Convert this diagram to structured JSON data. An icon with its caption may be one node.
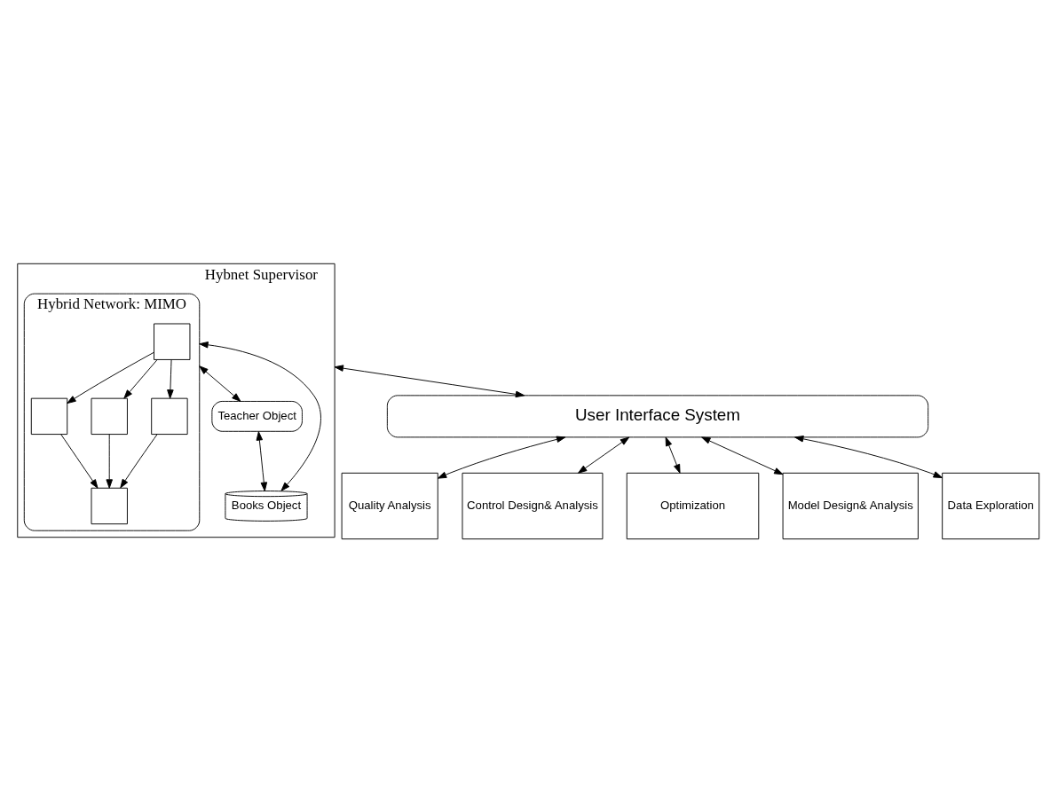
{
  "diagram": {
    "nodes": [
      {
        "text": [
          "Hybnet Supervisor"
        ]
      },
      {
        "text": [
          "Hybrid Network: MIMO"
        ],
        "in": 0
      },
      {
        "text": [],
        "shape": "box",
        "in": 1
      },
      {
        "text": [],
        "shape": "box",
        "in": 1
      },
      {
        "text": [],
        "shape": "box",
        "in": 1
      },
      {
        "text": [],
        "shape": "box",
        "in": 1
      },
      {
        "text": [],
        "shape": "box",
        "in": 1
      },
      {
        "text": [
          "Teacher Object"
        ],
        "in": 0
      },
      {
        "text": [
          "Books Object"
        ],
        "in": 0
      },
      {
        "text": [
          "User Interface System"
        ]
      },
      {
        "text": [
          "Quality Analysis"
        ]
      },
      {
        "text": [
          "Control Design& Analysis"
        ]
      },
      {
        "text": [
          "Optimization"
        ]
      },
      {
        "text": [
          "Model Design& Analysis"
        ]
      },
      {
        "text": [
          "Data Exploration"
        ]
      }
    ],
    "edges": [
      {
        "from": 2,
        "to": 3,
        "arrow": "to"
      },
      {
        "from": 2,
        "to": 4,
        "arrow": "to"
      },
      {
        "from": 2,
        "to": 5,
        "arrow": "to"
      },
      {
        "from": 3,
        "to": 6,
        "arrow": "to"
      },
      {
        "from": 4,
        "to": 6,
        "arrow": "to"
      },
      {
        "from": 5,
        "to": 6,
        "arrow": "to"
      },
      {
        "from": 1,
        "to": 7,
        "arrow": "both"
      },
      {
        "from": 1,
        "to": 8,
        "arrow": "both"
      },
      {
        "from": 7,
        "to": 8,
        "arrow": "both"
      },
      {
        "from": 0,
        "to": 9,
        "arrow": "both"
      },
      {
        "from": 9,
        "to": 10,
        "arrow": "both"
      },
      {
        "from": 9,
        "to": 11,
        "arrow": "both"
      },
      {
        "from": 9,
        "to": 12,
        "arrow": "both"
      },
      {
        "from": 9,
        "to": 13,
        "arrow": "both"
      },
      {
        "from": 9,
        "to": 14,
        "arrow": "both"
      }
    ]
  }
}
